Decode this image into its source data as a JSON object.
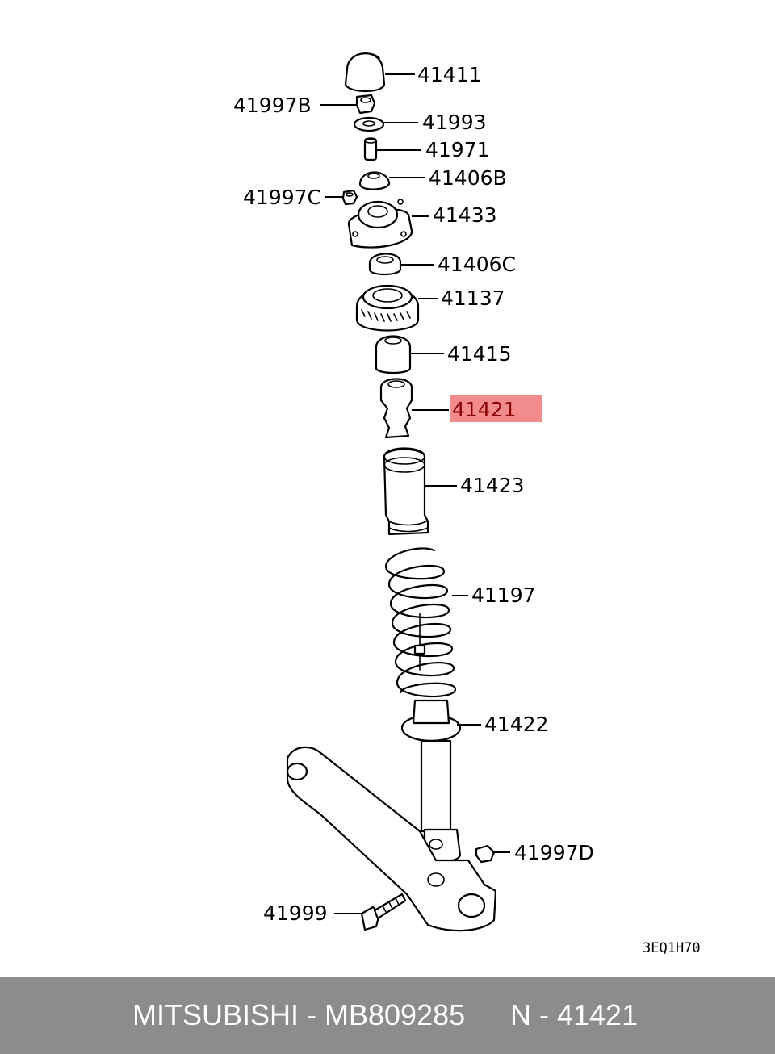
{
  "parts": {
    "p41411": "41411",
    "p41997B": "41997B",
    "p41993": "41993",
    "p41971": "41971",
    "p41406B": "41406B",
    "p41997C": "41997C",
    "p41433": "41433",
    "p41406C": "41406C",
    "p41137": "41137",
    "p41415": "41415",
    "p41421": "41421",
    "p41423": "41423",
    "p41197": "41197",
    "p41422": "41422",
    "p41997D": "41997D",
    "p41999": "41999"
  },
  "diagram_code": "3EQ1H70",
  "highlight_color": "#f28c8c",
  "footer": {
    "brand_part": "MITSUBISHI - MB809285",
    "ref": "N - 41421",
    "background": "#8c8c8c"
  }
}
